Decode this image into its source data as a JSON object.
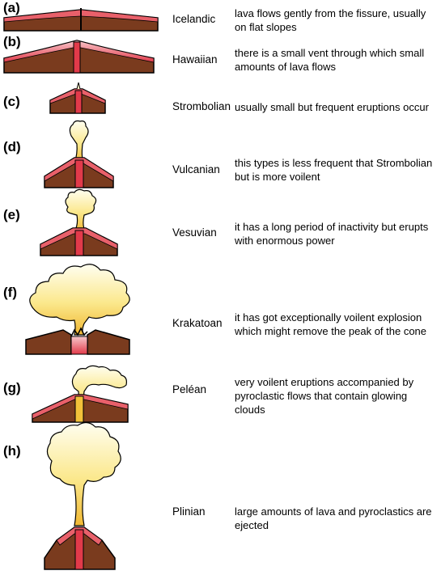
{
  "rows": [
    {
      "letter": "(a)",
      "name": "Icelandic",
      "description": "lava flows gently from the fissure, usually on flat slopes"
    },
    {
      "letter": "(b)",
      "name": "Hawaiian",
      "description": "there is a small vent through which small amounts of lava flows"
    },
    {
      "letter": "(c)",
      "name": "Strombolian",
      "description": "usually small but frequent eruptions occur"
    },
    {
      "letter": "(d)",
      "name": "Vulcanian",
      "description": "this types is less frequent that Strombolian but is more voilent"
    },
    {
      "letter": "(e)",
      "name": "Vesuvian",
      "description": "it has a long period of inactivity but erupts with enormous power"
    },
    {
      "letter": "(f)",
      "name": "Krakatoan",
      "description": "it has got exceptionally voilent explosion which might remove the peak of the cone"
    },
    {
      "letter": "(g)",
      "name": "Peléan",
      "description": "very voilent eruptions accompanied by pyroclastic flows that contain glowing clouds"
    },
    {
      "letter": "(h)",
      "name": "Plinian",
      "description": "large amounts of lava and pyroclastics are ejected"
    }
  ],
  "colors": {
    "rock": "#7a3b1e",
    "lava": "#e8606a",
    "ash_top": "#fffde0",
    "ash_bottom": "#f2c23a"
  }
}
